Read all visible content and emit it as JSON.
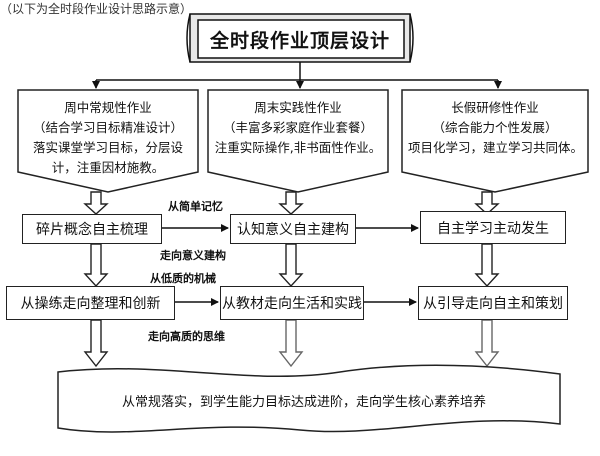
{
  "header_partial": "（以下为全时段作业设计思路示意）",
  "title": "全时段作业顶层设计",
  "pentagons": [
    {
      "lines": [
        "周中常规性作业",
        "（结合学习目标精准设计）",
        "落实课堂学习目标，分层设",
        "计，注重因材施教。"
      ]
    },
    {
      "lines": [
        "周末实践性作业",
        "（丰富多彩家庭作业套餐）",
        "注重实际操作,非书面性作业。"
      ]
    },
    {
      "lines": [
        "长假研修性作业",
        "（综合能力个性发展）",
        "项目化学习，建立学习共同体。"
      ]
    }
  ],
  "stage_row1": [
    "碎片概念自主梳理",
    "认知意义自主建构",
    "自主学习主动发生"
  ],
  "stage_row2": [
    "从操练走向整理和创新",
    "从教材走向生活和实践",
    "从引导走向自主和策划"
  ],
  "labels": {
    "from_simple_memory": "从简单记忆",
    "toward_meaning": "走向意义建构",
    "from_low_quality": "从低质的机械",
    "toward_high_quality": "走向高质的思维"
  },
  "bottom_banner": "从常规落实，到学生能力目标达成进阶，走向学生核心素养培养"
}
